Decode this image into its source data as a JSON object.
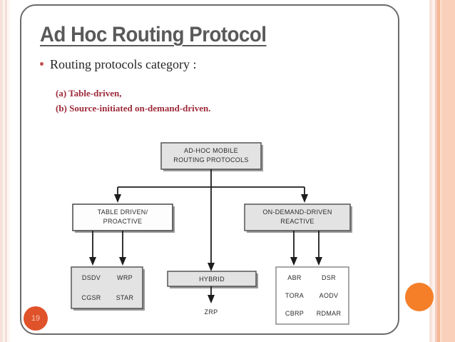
{
  "slide": {
    "title": "Ad Hoc Routing Protocol",
    "page_number": "19",
    "accent_color": "#f47f28",
    "badge_color": "#e0522a",
    "title_color": "#595959",
    "sub_item_color": "#9e2a3a"
  },
  "body": {
    "bullet": "Routing protocols category :",
    "sub_items": [
      "(a) Table-driven,",
      "(b) Source-initiated on-demand-driven."
    ]
  },
  "diagram": {
    "root": {
      "line1": "AD-HOC MOBILE",
      "line2": "ROUTING PROTOCOLS"
    },
    "left_branch": {
      "line1": "TABLE DRIVEN/",
      "line2": "PROACTIVE"
    },
    "right_branch": {
      "line1": "ON-DEMAND-DRIVEN",
      "line2": "REACTIVE"
    },
    "middle_branch": {
      "label": "HYBRID",
      "child": "ZRP"
    },
    "left_protocols": [
      [
        "DSDV",
        "WRP"
      ],
      [
        "CGSR",
        "STAR"
      ]
    ],
    "right_protocols": [
      [
        "ABR",
        "DSR"
      ],
      [
        "TORA",
        "AODV"
      ],
      [
        "CBRP",
        "RDMAR"
      ]
    ]
  }
}
